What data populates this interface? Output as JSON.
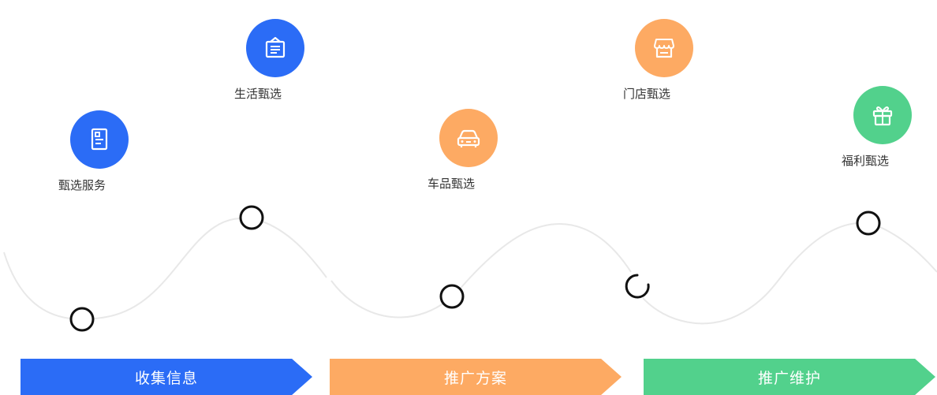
{
  "colors": {
    "blue": "#2B6CF6",
    "orange": "#FDAA63",
    "green": "#52D18C",
    "wave": "#E8E8E8",
    "node": "#111111"
  },
  "stages": [
    {
      "label": "甄选服务",
      "icon": "document-icon",
      "color": "#2B6CF6"
    },
    {
      "label": "生活甄选",
      "icon": "notice-board-icon",
      "color": "#2B6CF6"
    },
    {
      "label": "车品甄选",
      "icon": "car-icon",
      "color": "#FDAA63"
    },
    {
      "label": "门店甄选",
      "icon": "storefront-icon",
      "color": "#FDAA63"
    },
    {
      "label": "福利甄选",
      "icon": "gift-icon",
      "color": "#52D18C"
    }
  ],
  "phases": [
    {
      "label": "收集信息",
      "color": "#2B6CF6"
    },
    {
      "label": "推广方案",
      "color": "#FDAA63"
    },
    {
      "label": "推广维护",
      "color": "#52D18C"
    }
  ]
}
